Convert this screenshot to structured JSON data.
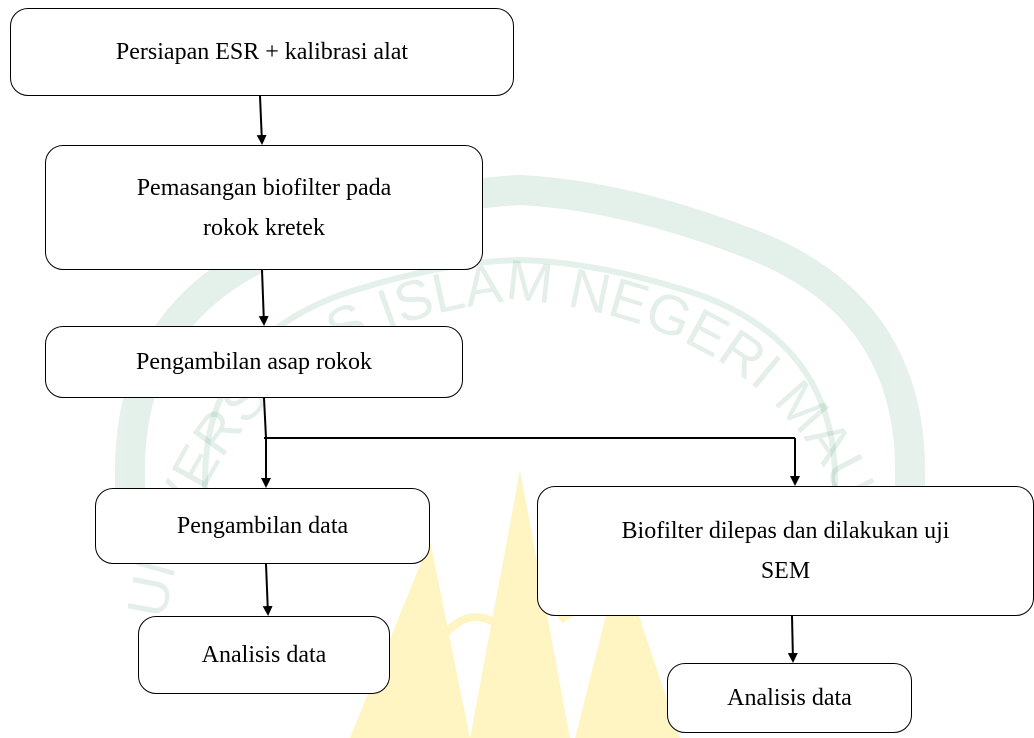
{
  "diagram": {
    "type": "flowchart",
    "nodes": {
      "persiapan": "Persiapan ESR + kalibrasi alat",
      "pemasangan": [
        "Pemasangan biofilter pada",
        "rokok kretek"
      ],
      "pengambilan_asap": "Pengambilan asap rokok",
      "pengambilan_data": "Pengambilan data",
      "analisis_left": "Analisis data",
      "biofilter_sem": [
        "Biofilter dilepas dan dilakukan uji",
        "SEM"
      ],
      "analisis_right": "Analisis data"
    },
    "edges": [
      [
        "persiapan",
        "pemasangan"
      ],
      [
        "pemasangan",
        "pengambilan_asap"
      ],
      [
        "pengambilan_asap",
        "pengambilan_data"
      ],
      [
        "pengambilan_asap",
        "biofilter_sem"
      ],
      [
        "pengambilan_data",
        "analisis_left"
      ],
      [
        "biofilter_sem",
        "analisis_right"
      ]
    ]
  },
  "watermark": {
    "text": "UNIVERSITAS ISLAM NEGERI MAULANA MALIK IBRAHIM",
    "color_green": "#2e8b57",
    "color_gold": "#ffe97a"
  },
  "colors": {
    "line": "#000000",
    "box_fill": "#ffffff"
  }
}
